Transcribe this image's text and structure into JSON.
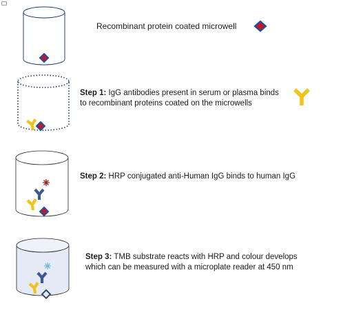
{
  "legend": {
    "text": "Recombinant protein coated microwell"
  },
  "steps": [
    {
      "label": "Step 1:",
      "lines": [
        "IgG antibodies present in serum or plasma binds",
        "to recombinant proteins coated on the microwells"
      ]
    },
    {
      "label": "Step 2:",
      "lines": [
        "HRP conjugated anti-Human IgG binds to human IgG"
      ]
    },
    {
      "label": "Step 3:",
      "lines": [
        "TMB substrate reacts with HRP and colour develops",
        "which can be measured with a microplate reader at 450 nm"
      ]
    }
  ],
  "colors": {
    "protein_fill": "#c4182a",
    "protein_outline": "#1f4e9c",
    "igg": "#f2c318",
    "anti_igg": "#3b5a92",
    "hrp": "#9a1e1e",
    "tmb": "#74b8e6",
    "well_outline": "#1f3f7a",
    "developed_fill": "#e4ebf6"
  }
}
